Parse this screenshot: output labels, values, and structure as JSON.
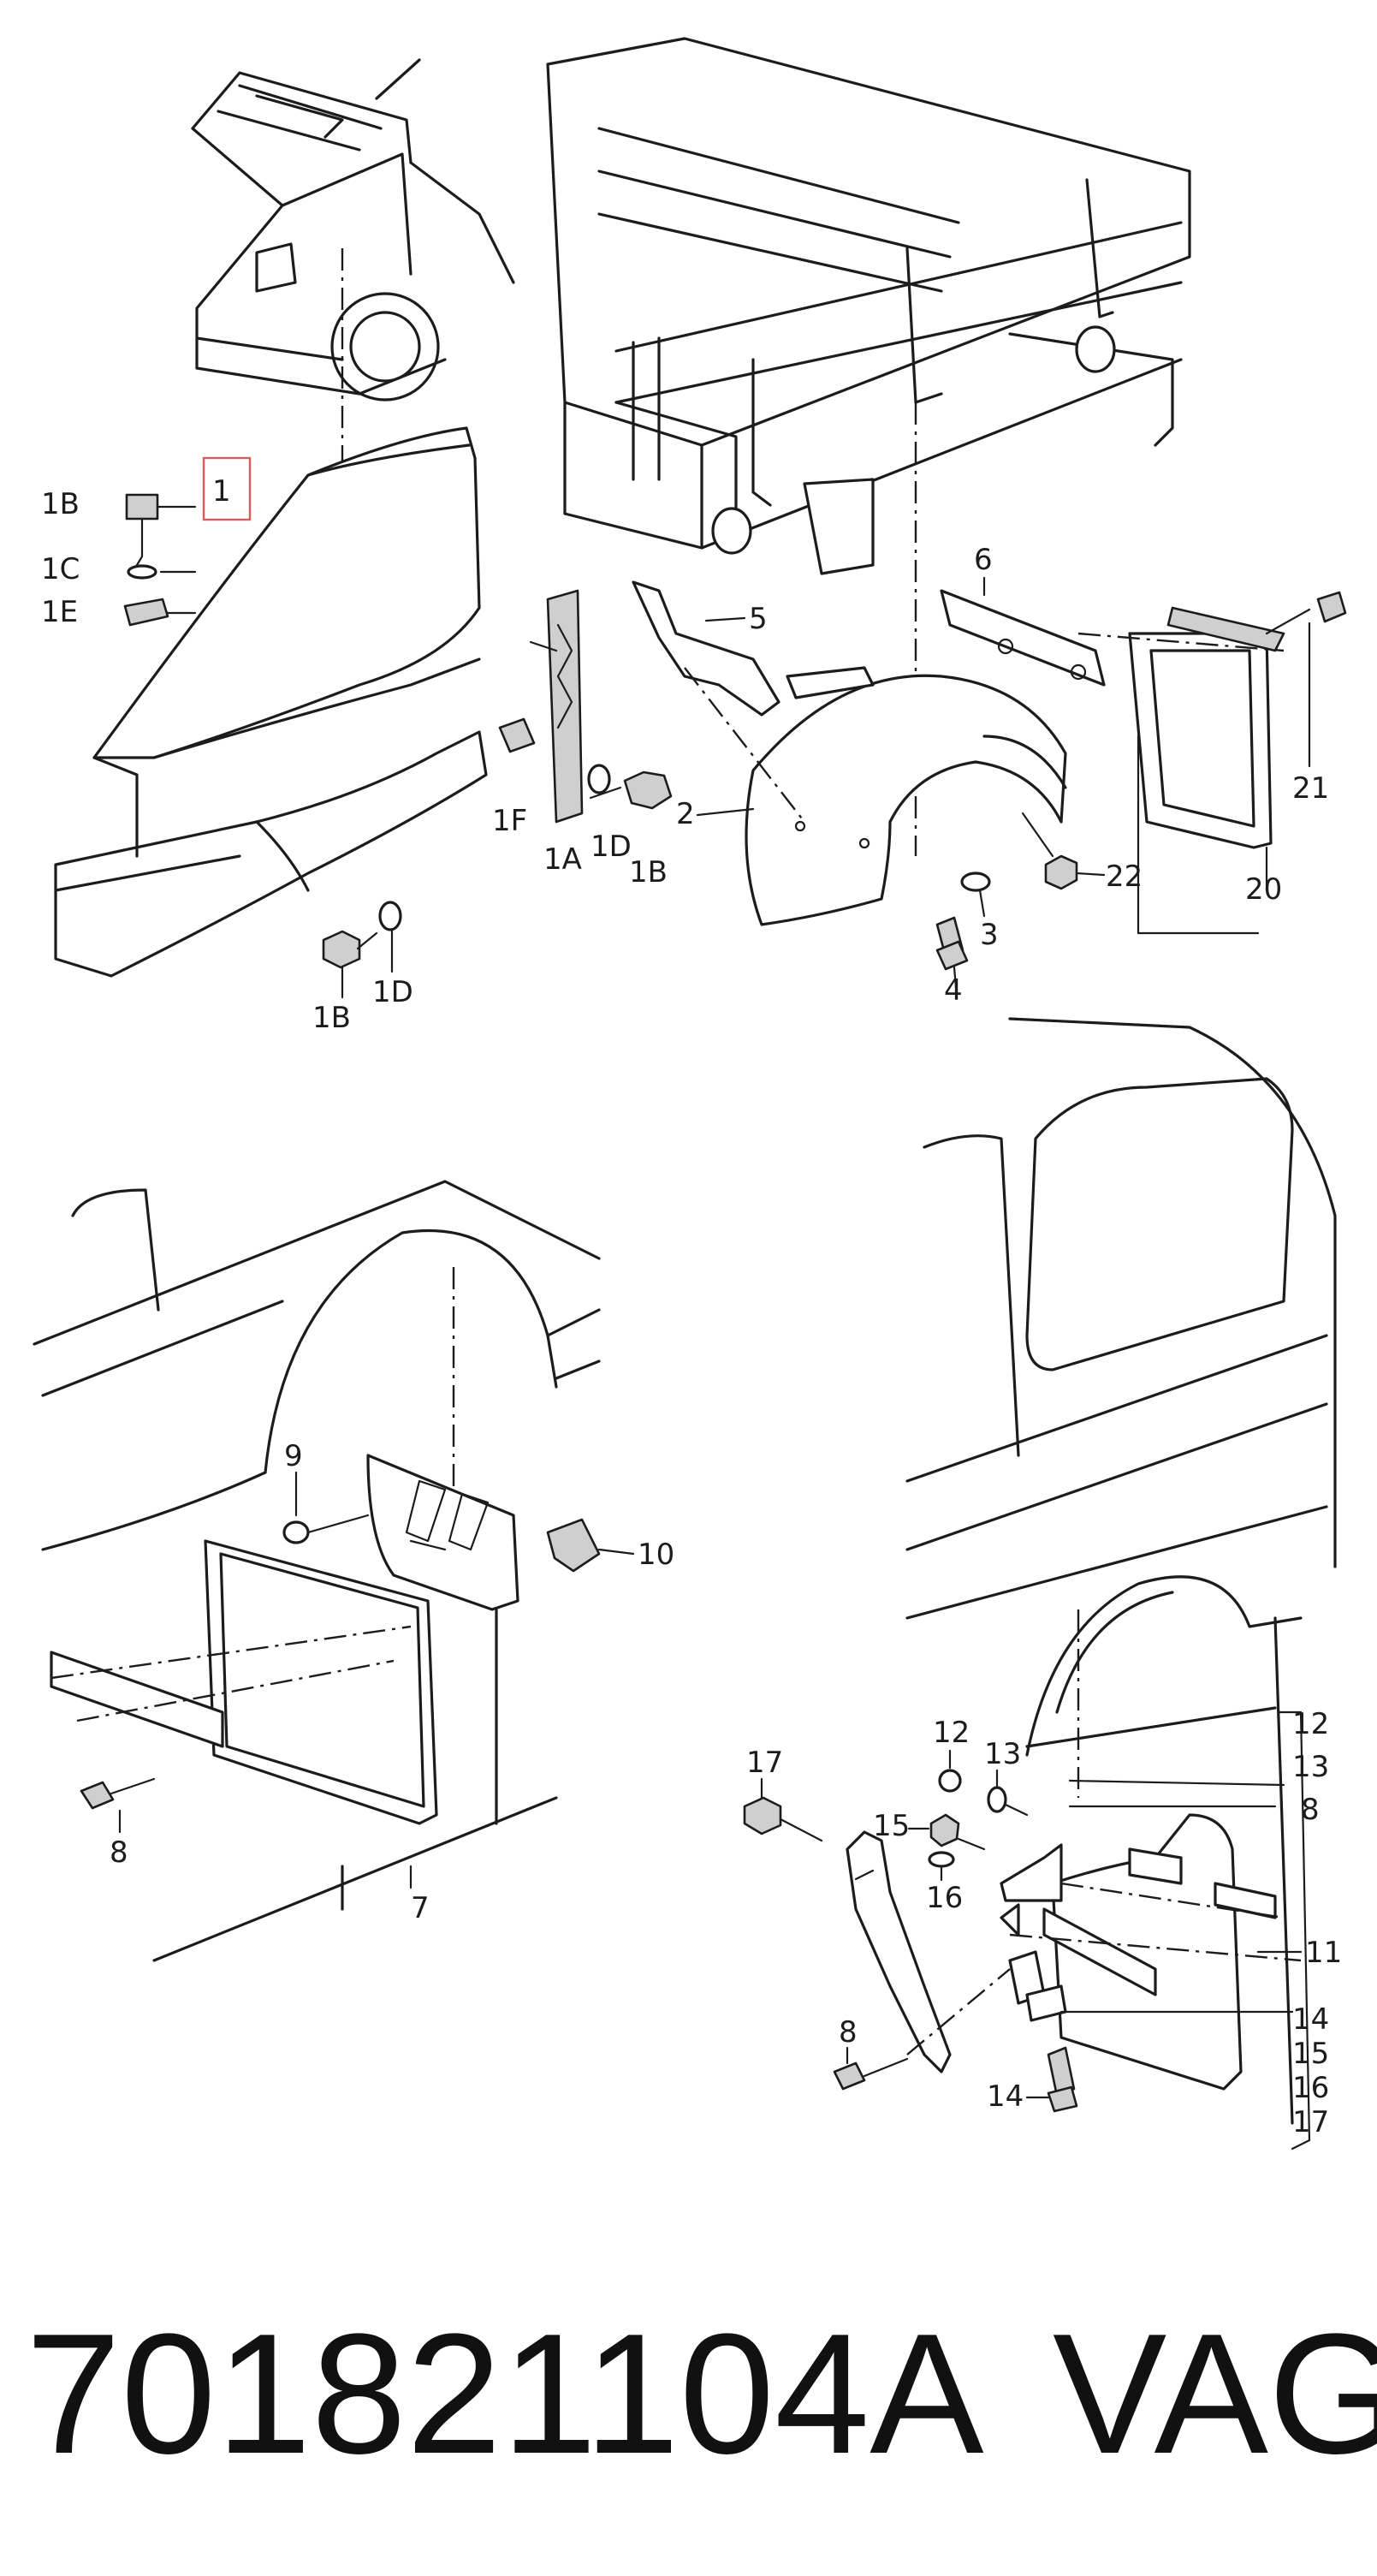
{
  "labels": {
    "l_1": "1",
    "l_1B_a": "1B",
    "l_1C": "1C",
    "l_1E": "1E",
    "l_1F": "1F",
    "l_1A": "1A",
    "l_1D_a": "1D",
    "l_1B_b": "1B",
    "l_1B_c": "1B",
    "l_1D_b": "1D",
    "l_2": "2",
    "l_3": "3",
    "l_4": "4",
    "l_5": "5",
    "l_6": "6",
    "l_20": "20",
    "l_21": "21",
    "l_22": "22",
    "l_7": "7",
    "l_8_a": "8",
    "l_9": "9",
    "l_10": "10",
    "l_17": "17",
    "l_12": "12",
    "l_13": "13",
    "l_15": "15",
    "l_16": "16",
    "l_8_b": "8",
    "l_14": "14",
    "r_12": "12",
    "r_13": "13",
    "r_8": "8",
    "r_11": "11",
    "r_14": "14",
    "r_15": "15",
    "r_16": "16",
    "r_17": "17"
  },
  "footer": {
    "part_number": "701821104A",
    "brand": "VAG"
  },
  "highlight_color": "#e05a5a"
}
